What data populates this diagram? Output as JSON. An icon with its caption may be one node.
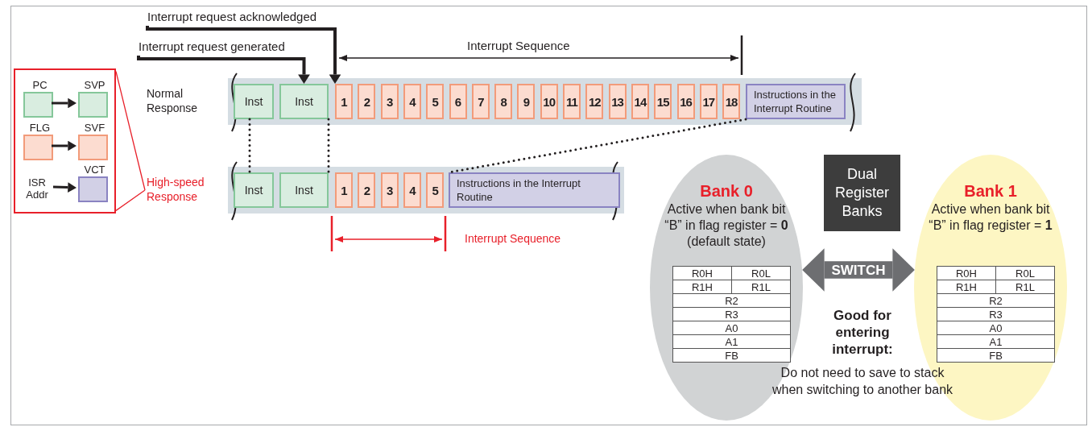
{
  "diagram": {
    "nodes": [
      {
        "text": [
          "Interrupt request acknowledged"
        ]
      },
      {
        "text": [
          "Interrupt request generated"
        ]
      },
      {
        "text": [],
        "shape": "box"
      },
      {
        "text": [
          "PC"
        ],
        "in": 2
      },
      {
        "text": [
          "SVP"
        ],
        "in": 2
      },
      {
        "text": [
          "FLG"
        ],
        "in": 2
      },
      {
        "text": [
          "SVF"
        ],
        "in": 2
      },
      {
        "text": [
          "ISR Addr"
        ],
        "in": 2
      },
      {
        "text": [
          "VCT"
        ],
        "in": 2
      },
      {
        "text": [
          "Normal Response"
        ]
      },
      {
        "text": [
          "Inst"
        ],
        "in": 9
      },
      {
        "text": [
          "Inst"
        ],
        "in": 9
      },
      {
        "text": [
          "1"
        ],
        "in": 9
      },
      {
        "text": [
          "2"
        ],
        "in": 9
      },
      {
        "text": [
          "3"
        ],
        "in": 9
      },
      {
        "text": [
          "4"
        ],
        "in": 9
      },
      {
        "text": [
          "5"
        ],
        "in": 9
      },
      {
        "text": [
          "6"
        ],
        "in": 9
      },
      {
        "text": [
          "7"
        ],
        "in": 9
      },
      {
        "text": [
          "8"
        ],
        "in": 9
      },
      {
        "text": [
          "9"
        ],
        "in": 9
      },
      {
        "text": [
          "10"
        ],
        "in": 9
      },
      {
        "text": [
          "11"
        ],
        "in": 9
      },
      {
        "text": [
          "12"
        ],
        "in": 9
      },
      {
        "text": [
          "13"
        ],
        "in": 9
      },
      {
        "text": [
          "14"
        ],
        "in": 9
      },
      {
        "text": [
          "15"
        ],
        "in": 9
      },
      {
        "text": [
          "16"
        ],
        "in": 9
      },
      {
        "text": [
          "17"
        ],
        "in": 9
      },
      {
        "text": [
          "18"
        ],
        "in": 9
      },
      {
        "text": [
          "Instructions in the Interrupt Routine"
        ],
        "in": 9
      },
      {
        "text": [
          "High-speed Response"
        ]
      },
      {
        "text": [
          "Inst"
        ],
        "in": 31
      },
      {
        "text": [
          "Inst"
        ],
        "in": 31
      },
      {
        "text": [
          "1"
        ],
        "in": 31
      },
      {
        "text": [
          "2"
        ],
        "in": 31
      },
      {
        "text": [
          "3"
        ],
        "in": 31
      },
      {
        "text": [
          "4"
        ],
        "in": 31
      },
      {
        "text": [
          "5"
        ],
        "in": 31
      },
      {
        "text": [
          "Instructions in the Interrupt Routine"
        ],
        "in": 31
      },
      {
        "text": [
          "Dual Register Banks"
        ]
      },
      {
        "text": [
          "Bank 0",
          "Active when bank bit “B” in flag register = **0** (default state)"
        ]
      },
      {
        "text": [
          "Bank 1",
          "Active when bank bit “B” in flag register = **1**"
        ]
      }
    ],
    "edges": [
      {
        "from": 0,
        "to": 12,
        "arrow": "to"
      },
      {
        "from": 1,
        "to": 11,
        "arrow": "to"
      },
      {
        "from": 3,
        "to": 4,
        "arrow": "to"
      },
      {
        "from": 5,
        "to": 6,
        "arrow": "to"
      },
      {
        "from": 7,
        "to": 8,
        "arrow": "to"
      },
      {
        "from": 2,
        "to": 31,
        "arrow": "none",
        "color": "#e8202a"
      },
      {
        "from": 10,
        "to": 32,
        "arrow": "none",
        "style": "dashed"
      },
      {
        "from": 11,
        "to": 33,
        "arrow": "none",
        "style": "dashed"
      },
      {
        "from": 30,
        "to": 39,
        "arrow": "none",
        "style": "dashed"
      },
      {
        "from": 41,
        "to": 42,
        "arrow": "both",
        "label": "SWITCH",
        "style": "thick",
        "color": "#6d6e71"
      }
    ],
    "labels": [
      "Interrupt Sequence",
      "Interrupt Sequence",
      "R0H",
      "R0L",
      "R1H",
      "R1L",
      "R2",
      "R3",
      "A0",
      "A1",
      "FB",
      "R0H",
      "R0L",
      "R1H",
      "R1L",
      "R2",
      "R3",
      "A0",
      "A1",
      "FB",
      "Good for entering interrupt:",
      "Do not need to save to stack when switching to another bank"
    ]
  }
}
